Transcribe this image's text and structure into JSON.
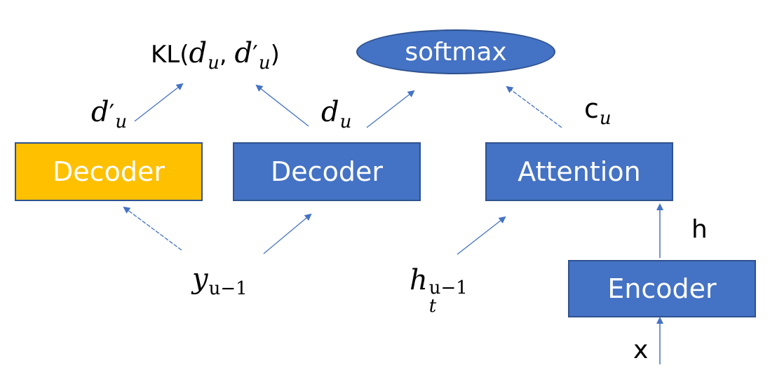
{
  "nodes": {
    "decoder_gold": {
      "label": "Decoder",
      "color": "#ffc000"
    },
    "decoder_blue": {
      "label": "Decoder",
      "color": "#4472c4"
    },
    "attention": {
      "label": "Attention",
      "color": "#4472c4"
    },
    "encoder": {
      "label": "Encoder",
      "color": "#4472c4"
    },
    "softmax": {
      "label": "softmax",
      "color": "#4472c4"
    }
  },
  "labels": {
    "kl_prefix": "KL(",
    "kl_d": "d",
    "kl_u1": "u",
    "kl_comma": ", ",
    "kl_d2": "d",
    "kl_prime": "′",
    "kl_u2": "u",
    "kl_close": ")",
    "dprime_d": "d",
    "dprime_prime": "′",
    "dprime_u": "u",
    "du_d": "d",
    "du_u": "u",
    "cu_c": "c",
    "cu_u": "u",
    "h": "h",
    "x": "x",
    "y_base": "y",
    "y_sub": "u−1",
    "ht_base": "h",
    "ht_sup": "u−1",
    "ht_sub": "t"
  },
  "edges": [
    {
      "from": "decoder_gold",
      "to": "KL(d_u, d'_u)"
    },
    {
      "from": "decoder_blue",
      "to": "KL(d_u, d'_u)"
    },
    {
      "from": "decoder_blue",
      "to": "softmax"
    },
    {
      "from": "attention",
      "to": "softmax"
    },
    {
      "from": "encoder",
      "to": "attention"
    },
    {
      "from": "x",
      "to": "encoder"
    },
    {
      "from": "y_u-1",
      "to": "decoder_gold"
    },
    {
      "from": "y_u-1",
      "to": "decoder_blue"
    },
    {
      "from": "h_t^u-1",
      "to": "attention"
    }
  ],
  "colors": {
    "arrow": "#4472c4",
    "box_border": "#2f528f"
  }
}
